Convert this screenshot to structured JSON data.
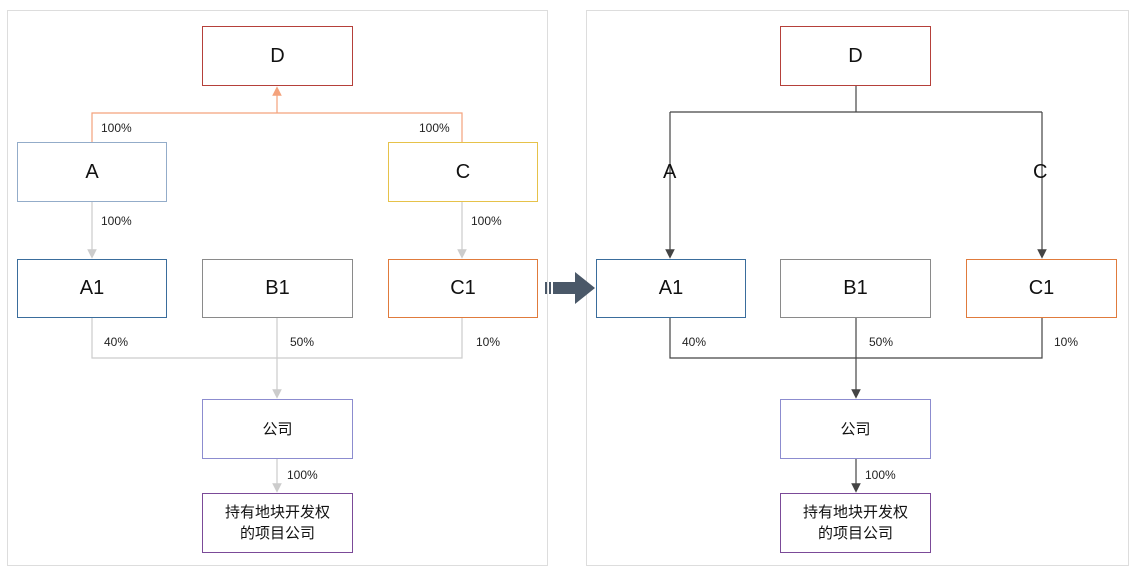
{
  "left": {
    "D": "D",
    "A": "A",
    "C": "C",
    "A1": "A1",
    "B1": "B1",
    "C1": "C1",
    "company": "公司",
    "project_line1": "持有地块开发权",
    "project_line2": "的项目公司",
    "pct_A_D": "100%",
    "pct_C_D": "100%",
    "pct_A_A1": "100%",
    "pct_C_C1": "100%",
    "pct_A1": "40%",
    "pct_B1": "50%",
    "pct_C1": "10%",
    "pct_company_project": "100%"
  },
  "right": {
    "D": "D",
    "A_label": "A",
    "C_label": "C",
    "A1": "A1",
    "B1": "B1",
    "C1": "C1",
    "company": "公司",
    "project_line1": "持有地块开发权",
    "project_line2": "的项目公司",
    "pct_A1": "40%",
    "pct_B1": "50%",
    "pct_C1": "10%",
    "pct_company_project": "100%"
  },
  "colors": {
    "D_border": "#b5403a",
    "A_border": "#93acc9",
    "C_border": "#e6c24a",
    "A1_border": "#3a6d9c",
    "B1_border": "#8a8a8a",
    "C1_border": "#e07b3c",
    "company_border": "#8c8ccf",
    "project_border": "#7b4a98",
    "left_top_lines": "#f4a27c",
    "left_lines": "#cccccc",
    "right_lines": "#444444",
    "center_arrow": "#4a5868"
  }
}
